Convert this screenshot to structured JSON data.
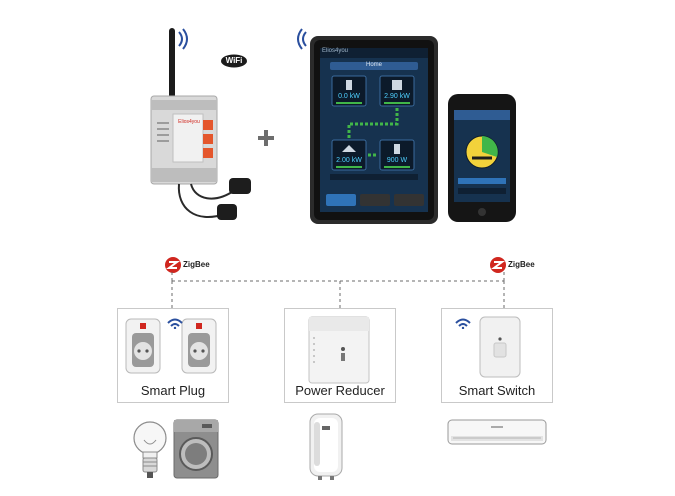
{
  "gateway": {
    "brand_text": "Elios4you"
  },
  "wifi_badge": "WiFi",
  "tablet": {
    "top_text": "Elios4you",
    "header": "Home",
    "tiles": [
      {
        "value": "0.0 kW"
      },
      {
        "value": "2.90 kW"
      },
      {
        "value": "2.00 kW"
      },
      {
        "value": "900 W"
      }
    ]
  },
  "zigbee": {
    "left": "ZigBee",
    "right": "ZigBee"
  },
  "devices": [
    {
      "label": "Smart Plug"
    },
    {
      "label": "Power Reducer"
    },
    {
      "label": "Smart Switch"
    }
  ],
  "colors": {
    "wifi_blue": "#2a4f9e",
    "zigbee_red": "#d0271f",
    "screen_bg": "#16324f",
    "accent_green": "#41b649",
    "gateway_orange": "#e4562c"
  }
}
